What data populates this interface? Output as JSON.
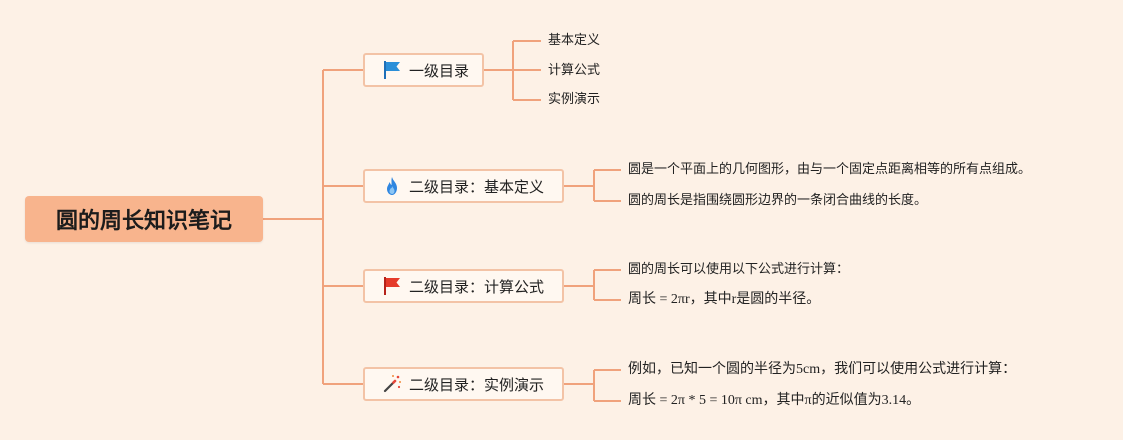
{
  "root": {
    "title": "圆的周长知识笔记"
  },
  "branches": [
    {
      "label": "一级目录",
      "icon": "blue-flag-icon",
      "leaves": [
        "基本定义",
        "计算公式",
        "实例演示"
      ]
    },
    {
      "label": "二级目录：基本定义",
      "icon": "fire-icon",
      "leaves": [
        "圆是一个平面上的几何图形，由与一个固定点距离相等的所有点组成。",
        "圆的周长是指围绕圆形边界的一条闭合曲线的长度。"
      ]
    },
    {
      "label": "二级目录：计算公式",
      "icon": "red-flag-icon",
      "leaves": [
        "圆的周长可以使用以下公式进行计算：",
        "周长 = 2πr，其中r是圆的半径。"
      ]
    },
    {
      "label": "二级目录：实例演示",
      "icon": "magic-wand-icon",
      "leaves": [
        "例如，已知一个圆的半径为5cm，我们可以使用公式进行计算：",
        "周长 = 2π * 5 = 10π cm，其中π的近似值为3.14。"
      ]
    }
  ],
  "colors": {
    "connector": "#f0a27c",
    "root_fill": "#f8b48d",
    "branch_border": "#f3c3a6",
    "background": "#fdf1e6"
  }
}
